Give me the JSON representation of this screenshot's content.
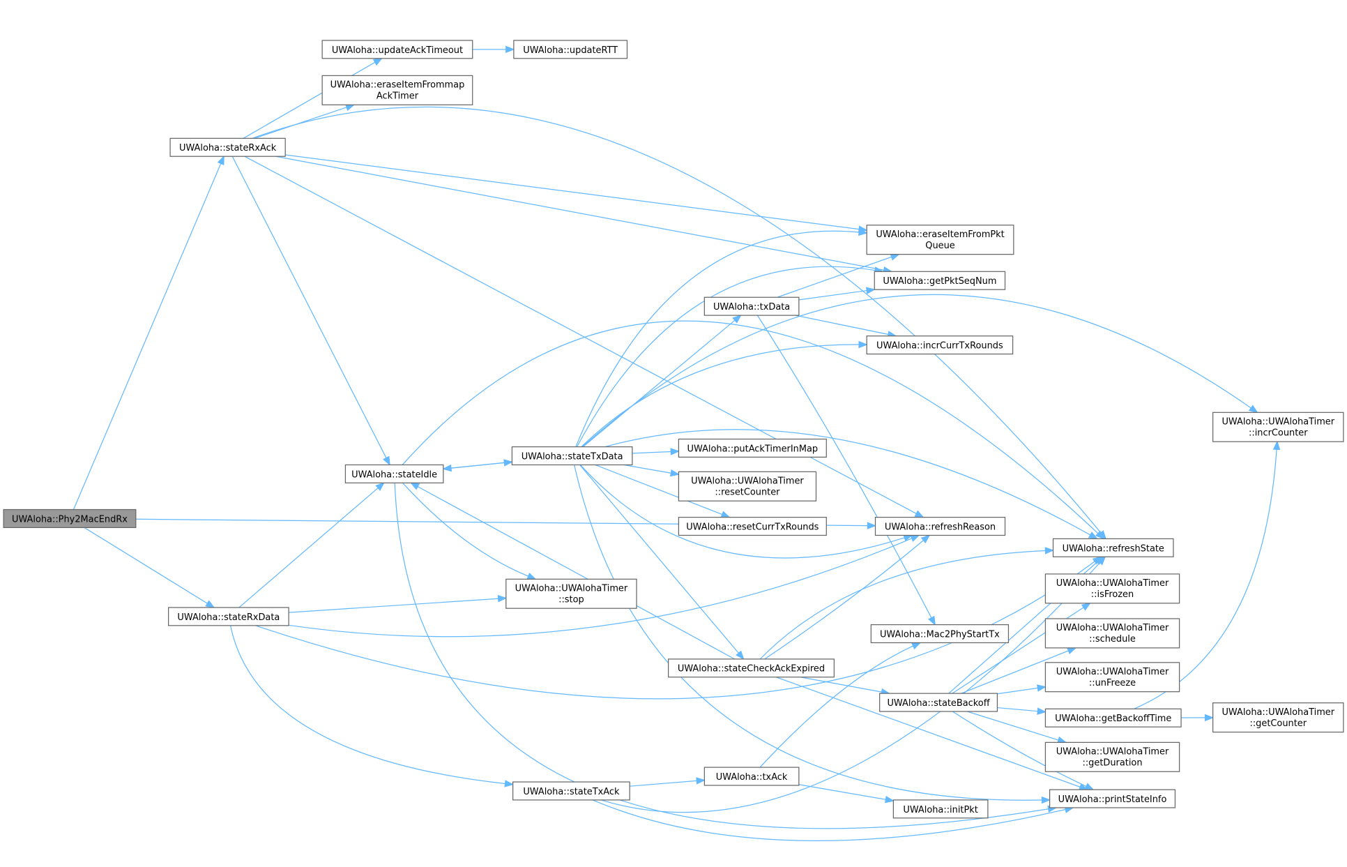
{
  "graph": {
    "nodes": {
      "phy2MacEndRx": [
        "UWAloha::Phy2MacEndRx"
      ],
      "stateRxAck": [
        "UWAloha::stateRxAck"
      ],
      "updateAckTimeout": [
        "UWAloha::updateAckTimeout"
      ],
      "updateRTT": [
        "UWAloha::updateRTT"
      ],
      "eraseItemFrommapAckTimer": [
        "UWAloha::eraseItemFrommap",
        "AckTimer"
      ],
      "stateIdle": [
        "UWAloha::stateIdle"
      ],
      "stateRxData": [
        "UWAloha::stateRxData"
      ],
      "stateTxData": [
        "UWAloha::stateTxData"
      ],
      "putAckTimerInMap": [
        "UWAloha::putAckTimerInMap"
      ],
      "resetCounter": [
        "UWAloha::UWAlohaTimer",
        "::resetCounter"
      ],
      "resetCurrTxRounds": [
        "UWAloha::resetCurrTxRounds"
      ],
      "txData": [
        "UWAloha::txData"
      ],
      "eraseItemFromPktQueue": [
        "UWAloha::eraseItemFromPkt",
        "Queue"
      ],
      "getPktSeqNum": [
        "UWAloha::getPktSeqNum"
      ],
      "incrCurrTxRounds": [
        "UWAloha::incrCurrTxRounds"
      ],
      "refreshReason": [
        "UWAloha::refreshReason"
      ],
      "refreshState": [
        "UWAloha::refreshState"
      ],
      "incrCounter": [
        "UWAloha::UWAlohaTimer",
        "::incrCounter"
      ],
      "isFrozen": [
        "UWAloha::UWAlohaTimer",
        "::isFrozen"
      ],
      "schedule": [
        "UWAloha::UWAlohaTimer",
        "::schedule"
      ],
      "unFreeze": [
        "UWAloha::UWAlohaTimer",
        "::unFreeze"
      ],
      "mac2PhyStartTx": [
        "UWAloha::Mac2PhyStartTx"
      ],
      "stateCheckAckExpired": [
        "UWAloha::stateCheckAckExpired"
      ],
      "stateBackoff": [
        "UWAloha::stateBackoff"
      ],
      "getBackoffTime": [
        "UWAloha::getBackoffTime"
      ],
      "getCounter": [
        "UWAloha::UWAlohaTimer",
        "::getCounter"
      ],
      "getDuration": [
        "UWAloha::UWAlohaTimer",
        "::getDuration"
      ],
      "printStateInfo": [
        "UWAloha::printStateInfo"
      ],
      "stateTxAck": [
        "UWAloha::stateTxAck"
      ],
      "txAck": [
        "UWAloha::txAck"
      ],
      "initPkt": [
        "UWAloha::initPkt"
      ],
      "stop": [
        "UWAloha::UWAlohaTimer",
        "::stop"
      ]
    },
    "root": "phy2MacEndRx",
    "edges": [
      [
        "phy2MacEndRx",
        "stateRxAck"
      ],
      [
        "phy2MacEndRx",
        "stateRxData"
      ],
      [
        "phy2MacEndRx",
        "refreshReason"
      ],
      [
        "stateRxAck",
        "updateAckTimeout"
      ],
      [
        "stateRxAck",
        "eraseItemFrommapAckTimer"
      ],
      [
        "stateRxAck",
        "refreshState"
      ],
      [
        "stateRxAck",
        "eraseItemFromPktQueue"
      ],
      [
        "stateRxAck",
        "getPktSeqNum"
      ],
      [
        "stateRxAck",
        "stateIdle"
      ],
      [
        "stateRxAck",
        "refreshReason"
      ],
      [
        "updateAckTimeout",
        "updateRTT"
      ],
      [
        "stateIdle",
        "stateTxData"
      ],
      [
        "stateIdle",
        "stop"
      ],
      [
        "stateIdle",
        "printStateInfo"
      ],
      [
        "stateIdle",
        "refreshState"
      ],
      [
        "stateRxData",
        "stateIdle"
      ],
      [
        "stateRxData",
        "stop"
      ],
      [
        "stateRxData",
        "refreshReason"
      ],
      [
        "stateRxData",
        "refreshState"
      ],
      [
        "stateRxData",
        "stateTxAck"
      ],
      [
        "stateTxData",
        "stateIdle"
      ],
      [
        "stateTxData",
        "putAckTimerInMap"
      ],
      [
        "stateTxData",
        "resetCounter"
      ],
      [
        "stateTxData",
        "resetCurrTxRounds"
      ],
      [
        "stateTxData",
        "txData"
      ],
      [
        "stateTxData",
        "eraseItemFromPktQueue"
      ],
      [
        "stateTxData",
        "getPktSeqNum"
      ],
      [
        "stateTxData",
        "incrCurrTxRounds"
      ],
      [
        "stateTxData",
        "refreshReason"
      ],
      [
        "stateTxData",
        "refreshState"
      ],
      [
        "stateTxData",
        "incrCounter"
      ],
      [
        "stateTxData",
        "stateCheckAckExpired"
      ],
      [
        "stateTxData",
        "printStateInfo"
      ],
      [
        "txData",
        "eraseItemFromPktQueue"
      ],
      [
        "txData",
        "getPktSeqNum"
      ],
      [
        "txData",
        "incrCurrTxRounds"
      ],
      [
        "txData",
        "mac2PhyStartTx"
      ],
      [
        "stateCheckAckExpired",
        "stateIdle"
      ],
      [
        "stateCheckAckExpired",
        "refreshReason"
      ],
      [
        "stateCheckAckExpired",
        "refreshState"
      ],
      [
        "stateCheckAckExpired",
        "stateBackoff"
      ],
      [
        "stateCheckAckExpired",
        "printStateInfo"
      ],
      [
        "stateBackoff",
        "refreshState"
      ],
      [
        "stateBackoff",
        "isFrozen"
      ],
      [
        "stateBackoff",
        "schedule"
      ],
      [
        "stateBackoff",
        "unFreeze"
      ],
      [
        "stateBackoff",
        "getBackoffTime"
      ],
      [
        "stateBackoff",
        "getDuration"
      ],
      [
        "stateBackoff",
        "printStateInfo"
      ],
      [
        "getBackoffTime",
        "incrCounter"
      ],
      [
        "getBackoffTime",
        "getCounter"
      ],
      [
        "stateTxAck",
        "txAck"
      ],
      [
        "stateTxAck",
        "printStateInfo"
      ],
      [
        "stateTxAck",
        "refreshState"
      ],
      [
        "txAck",
        "mac2PhyStartTx"
      ],
      [
        "txAck",
        "initPkt"
      ]
    ],
    "colors": {
      "edge": "#63b8ff",
      "root_fill": "#999999",
      "node_border": "#666666"
    }
  }
}
